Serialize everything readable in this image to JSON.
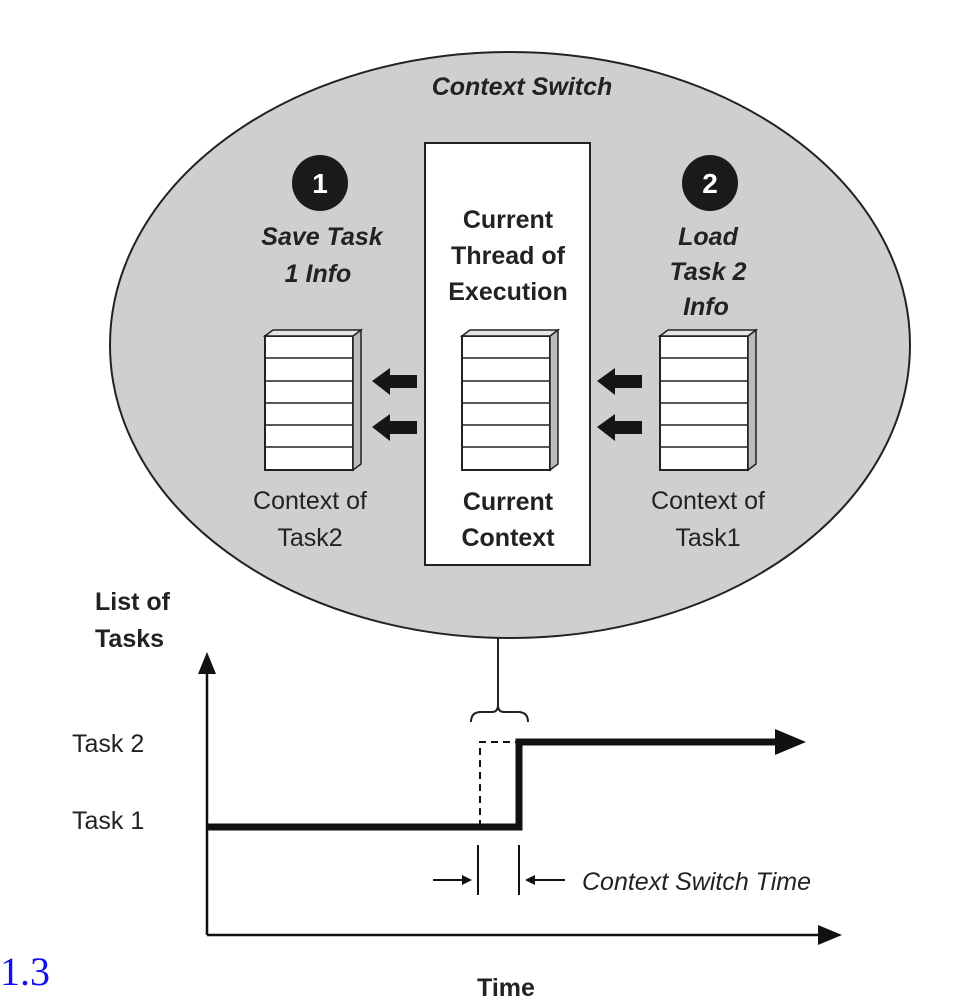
{
  "diagram": {
    "title": "Context Switch",
    "step1": {
      "badge": "1",
      "lines": [
        "Save Task",
        "1 Info"
      ]
    },
    "step2": {
      "badge": "2",
      "lines": [
        "Load",
        "Task 2",
        "Info"
      ]
    },
    "center_box": {
      "header_lines": [
        "Current",
        "Thread of",
        "Execution"
      ],
      "footer_lines": [
        "Current",
        "Context"
      ]
    },
    "left_stack_label": [
      "Context of",
      "Task2"
    ],
    "right_stack_label": [
      "Context of",
      "Task1"
    ]
  },
  "timeline": {
    "y_axis_label": [
      "List of",
      "Tasks"
    ],
    "x_axis_label": "Time",
    "task_labels": [
      "Task 2",
      "Task 1"
    ],
    "switch_time_label": "Context Switch Time"
  },
  "page_number": "1.3",
  "colors": {
    "ellipse_fill": "#cfcfcf",
    "text": "#222222",
    "page_number": "#1010ee"
  }
}
